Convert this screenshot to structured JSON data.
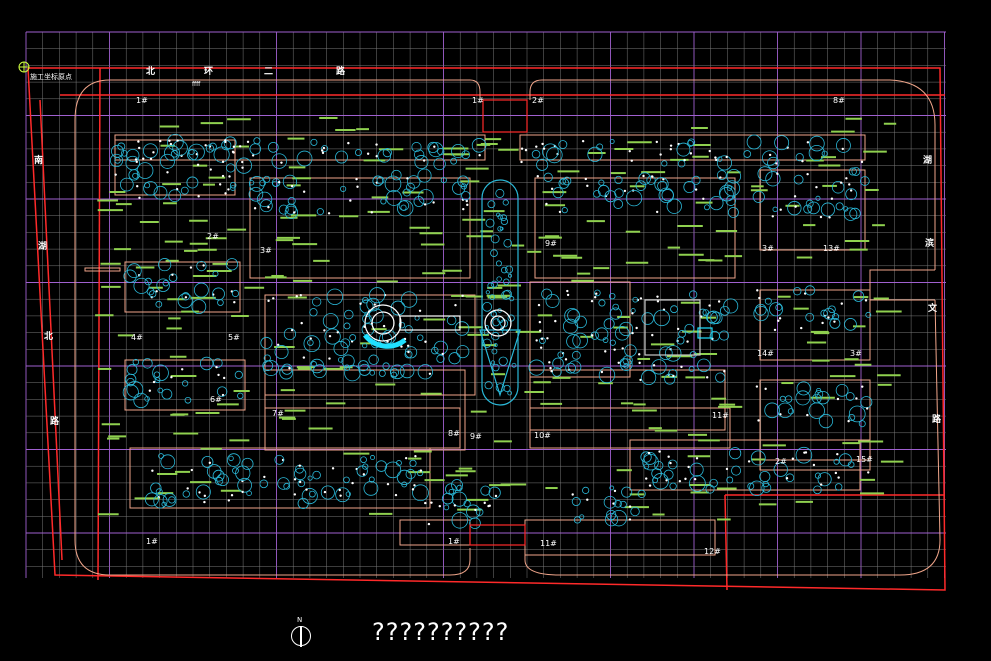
{
  "title": "??????????",
  "north_label": "N",
  "origin_label": "施工坐标原点",
  "scale_mark": "ffff",
  "roads": {
    "north": [
      "北",
      "环",
      "二",
      "路"
    ],
    "west": [
      "南",
      "湖",
      "北",
      "路"
    ],
    "east": [
      "湖",
      "滨",
      "文",
      "路"
    ]
  },
  "building_labels": [
    "1#",
    "1#",
    "2#",
    "8#",
    "2#",
    "3#",
    "9#",
    "3#",
    "4#",
    "5#",
    "6#",
    "7#",
    "8#",
    "9#",
    "10#",
    "11#",
    "11#",
    "12#",
    "13#",
    "14#",
    "3#",
    "15#",
    "1#",
    "1#",
    "2#"
  ],
  "colors": {
    "grid": "#7a7a7a",
    "grid_major": "#a060d0",
    "boundary": "#ff2a2a",
    "building": "#f0a58a",
    "landscape": "#2ab8d8",
    "label_green": "#8fd14f",
    "text": "#ffffff"
  }
}
